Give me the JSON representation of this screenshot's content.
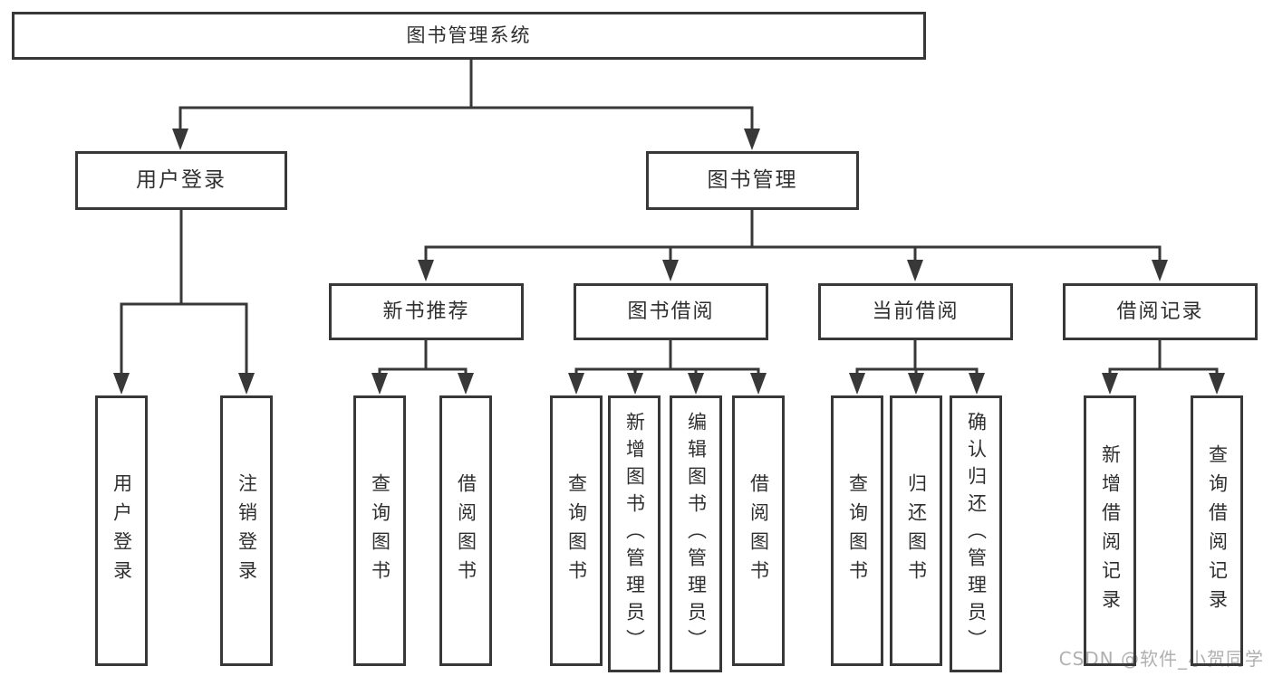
{
  "diagram": {
    "title": "图书管理系统",
    "tree": {
      "label": "图书管理系统",
      "children": [
        {
          "label": "用户登录",
          "children": [
            {
              "label": "用户登录"
            },
            {
              "label": "注销登录"
            }
          ]
        },
        {
          "label": "图书管理",
          "children": [
            {
              "label": "新书推荐",
              "children": [
                {
                  "label": "查询图书"
                },
                {
                  "label": "借阅图书"
                }
              ]
            },
            {
              "label": "图书借阅",
              "children": [
                {
                  "label": "查询图书"
                },
                {
                  "label": "新增图书（管理员）"
                },
                {
                  "label": "编辑图书（管理员）"
                },
                {
                  "label": "借阅图书"
                }
              ]
            },
            {
              "label": "当前借阅",
              "children": [
                {
                  "label": "查询图书"
                },
                {
                  "label": "归还图书"
                },
                {
                  "label": "确认归还（管理员）"
                }
              ]
            },
            {
              "label": "借阅记录",
              "children": [
                {
                  "label": "新增借阅记录"
                },
                {
                  "label": "查询借阅记录"
                }
              ]
            }
          ]
        }
      ]
    }
  },
  "watermark": "CSDN @软件_小贺同学",
  "colors": {
    "line": "#383838",
    "text": "#2f2f2f",
    "watermark": "#b0b0b0",
    "background": "#ffffff"
  }
}
